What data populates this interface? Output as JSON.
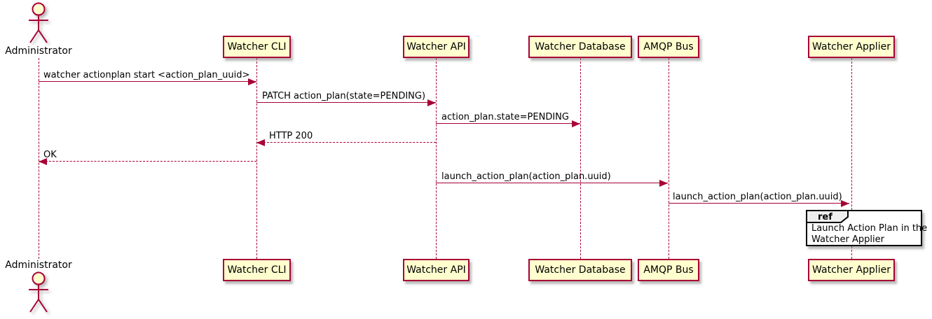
{
  "diagram_type": "sequence-diagram",
  "colors": {
    "participant_fill": "#FEFECE",
    "participant_border": "#A80036",
    "lifeline": "#A80036",
    "arrow": "#A80036",
    "ref_border": "#000000",
    "ref_header_fill": "#EEEEEE",
    "text": "#000000",
    "background": "#FFFFFF"
  },
  "actor": {
    "label": "Administrator"
  },
  "participants": [
    {
      "label": "Watcher CLI"
    },
    {
      "label": "Watcher API"
    },
    {
      "label": "Watcher Database"
    },
    {
      "label": "AMQP Bus"
    },
    {
      "label": "Watcher Applier"
    }
  ],
  "messages": [
    {
      "text": "watcher actionplan start <action_plan_uuid>",
      "from": "Administrator",
      "to": "Watcher CLI",
      "style": "solid"
    },
    {
      "text": "PATCH action_plan(state=PENDING)",
      "from": "Watcher CLI",
      "to": "Watcher API",
      "style": "solid"
    },
    {
      "text": "action_plan.state=PENDING",
      "from": "Watcher API",
      "to": "Watcher Database",
      "style": "solid"
    },
    {
      "text": "HTTP 200",
      "from": "Watcher API",
      "to": "Watcher CLI",
      "style": "dashed-return"
    },
    {
      "text": "OK",
      "from": "Watcher CLI",
      "to": "Administrator",
      "style": "dashed-return"
    },
    {
      "text": "launch_action_plan(action_plan.uuid)",
      "from": "Watcher API",
      "to": "AMQP Bus",
      "style": "solid"
    },
    {
      "text": "launch_action_plan(action_plan.uuid)",
      "from": "AMQP Bus",
      "to": "Watcher Applier",
      "style": "solid"
    }
  ],
  "ref": {
    "keyword": "ref",
    "line1": "Launch Action Plan in the",
    "line2": "Watcher Applier"
  }
}
